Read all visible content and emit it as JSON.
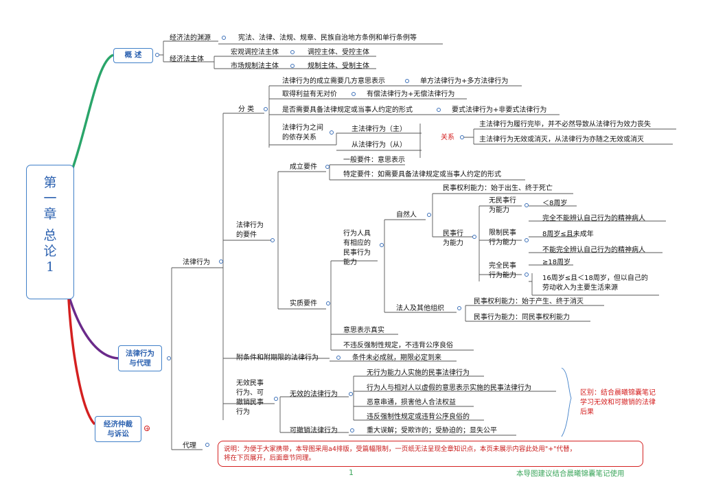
{
  "root": {
    "line1": "第",
    "line2": "一",
    "line3": "章",
    "line4": "总",
    "line5": "论",
    "line6": "1"
  },
  "overview": {
    "label": "概 述",
    "source_label": "经济法的渊源",
    "source_value": "宪法、法律、法规、规章、民族自治地方条例和单行条例等",
    "subject_label": "经济法主体",
    "macro_label": "宏观调控法主体",
    "macro_value": "调控主体、受控主体",
    "market_label": "市场规制法主体",
    "market_value": "规制主体、受制主体"
  },
  "legal_act": {
    "branch_label": "法律行为与代理",
    "branch_line1": "法律行为",
    "branch_line2": "与代理",
    "act_label": "法律行为",
    "classification": {
      "label": "分 类",
      "c1_label": "法律行为的成立需要几方意思表示",
      "c1_value": "单方法律行为+多方法律行为",
      "c2_label": "取得利益有无对价",
      "c2_value": "有偿法律行为+无偿法律行为",
      "c3_label": "是否需要具备法律规定或当事人约定的形式",
      "c3_value": "要式法律行为+非要式法律行为",
      "c4_line1": "法律行为之间",
      "c4_line2": "的依存关系",
      "main_act": "主法律行为（主）",
      "sub_act": "从法律行为（从）",
      "relation_label": "关系",
      "relation_1": "主法律行为履行完毕，并不必然导致从法律行为效力丧失",
      "relation_2": "主法律行为无效或消灭，从法律行为亦随之无效或消灭"
    },
    "elements": {
      "label_line1": "法律行为",
      "label_line2": "的要件",
      "formation_label": "成立要件",
      "formation_1": "一般要件：意思表示",
      "formation_2": "特定要件：如需要具备法律规定或当事人约定的形式",
      "substantive_label": "实质要件",
      "capacity_line1": "行为人具",
      "capacity_line2": "有相应的",
      "capacity_line3": "民事行为",
      "capacity_line4": "能力",
      "natural_person": "自然人",
      "civil_right_capacity": "民事权利能力：始于出生、终于死亡",
      "conduct_capacity_line1": "民事行",
      "conduct_capacity_line2": "为能力",
      "none_line1": "无民事行",
      "none_line2": "为能力",
      "none_1": "＜8周岁",
      "none_2": "完全不能辨认自己行为的精神病人",
      "limited_line1": "限制民事",
      "limited_line2": "行为能力",
      "limited_1": "8周岁≤且未成年",
      "limited_2": "不能完全辨认自己行为的精神病人",
      "full_line1": "完全民事",
      "full_line2": "行为能力",
      "full_1": "≥18周岁",
      "full_2_line1": "16周岁≤且＜18周岁，但以自己的",
      "full_2_line2": "劳动收入为主要生活来源",
      "legal_person": "法人及其他组织",
      "lp_right": "民事权利能力：始于产生、终于消灭",
      "lp_conduct": "民事行为能力：同民事权利能力",
      "true_intent": "意思表示真实",
      "no_violation": "不违反强制性规定，不违背公序良俗"
    },
    "conditional_label": "附条件和附期限的法律行为",
    "conditional_value": "条件未必成就，期限必定到来",
    "invalid_group": {
      "line1": "无效民事",
      "line2": "行为、可",
      "line3": "撤销民事",
      "line4": "行为",
      "invalid_label": "无效的法律行为",
      "invalid_1": "无行为能力人实施的民事法律行为",
      "invalid_2": "行为人与相对人以虚假的意思表示实施的民事法律行为",
      "invalid_3": "恶意串通，损害他人合法权益",
      "invalid_4": "违反强制性规定或违背公序良俗的",
      "revocable_label": "可撤销法律行为",
      "revocable_value": "重大误解；受欺诈的；受胁迫的；显失公平",
      "distinction_line1": "区别：结合晨曦锦囊笔记",
      "distinction_line2": "学习无效和可撤销的法律",
      "distinction_line3": "后果"
    },
    "agency_label": "代理"
  },
  "arbitration": {
    "line1": "经济仲裁",
    "line2": "与诉讼",
    "expand_symbol": "+"
  },
  "note": {
    "line1": "说明：为便于大家携带，本导图采用a4排版，受篇幅限制，一页纸无法呈现全章知识点，本页未展示内容此处用\"+\"代替，",
    "line2": "将在下页展开，后面章节同理。"
  },
  "page_number": "1",
  "footer": "本导图建议结合晨曦锦囊笔记使用",
  "colors": {
    "blue": "#3f7fc8",
    "green": "#2aa56a",
    "purple": "#6a2a8a",
    "red": "#d42020",
    "line": "#555555"
  }
}
